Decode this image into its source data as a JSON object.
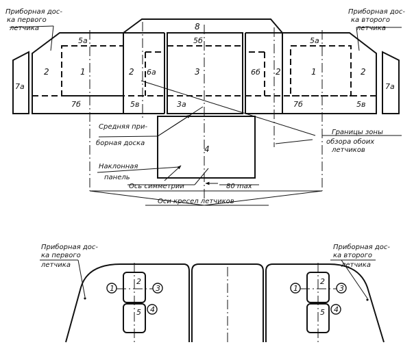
{
  "top_diagram": {
    "label_panel_first": [
      "Приборная дос-",
      "ка первого",
      "летчика"
    ],
    "label_panel_second": [
      "Приборная дос-",
      "ка второго",
      "летчика"
    ],
    "zones": {
      "z8": "8",
      "z5a_left": "5а",
      "z5b_center": "5б",
      "z5a_right": "5а",
      "z7a_left": "7а",
      "z2_left_outer": "2",
      "z1_left": "1",
      "z2_left_inner": "2",
      "z6a": "6а",
      "z3": "3",
      "z6b": "6б",
      "z2_right_inner": "2",
      "z1_right": "1",
      "z2_right_outer": "2",
      "z7a_right": "7а",
      "z7b_left": "7б",
      "z5v_left": "5в",
      "z3a": "3а",
      "z7b_right": "7б",
      "z5v_right": "5в",
      "z4": "4"
    },
    "label_middle_panel": [
      "Средняя при-",
      "борная доска"
    ],
    "label_inclined_panel": [
      "Наклонная",
      "панель"
    ],
    "label_symmetry_axis": "Ось симметрии",
    "label_dimension": "80 max",
    "label_seat_axes": "Оси кресел летчиков",
    "label_view_zone": [
      "Границы зоны",
      "обзора обоих",
      "летчиков"
    ]
  },
  "bottom_diagram": {
    "label_panel_first": [
      "Приборная дос-",
      "ка первого",
      "летчика"
    ],
    "label_panel_second": [
      "Приборная дос-",
      "ка второго",
      "летчика"
    ],
    "left_markers": {
      "c1": "1",
      "b2": "2",
      "c3": "3",
      "b5": "5",
      "c4": "4"
    },
    "right_markers": {
      "c1": "1",
      "b2": "2",
      "c3": "3",
      "b5": "5",
      "c4": "4"
    }
  }
}
